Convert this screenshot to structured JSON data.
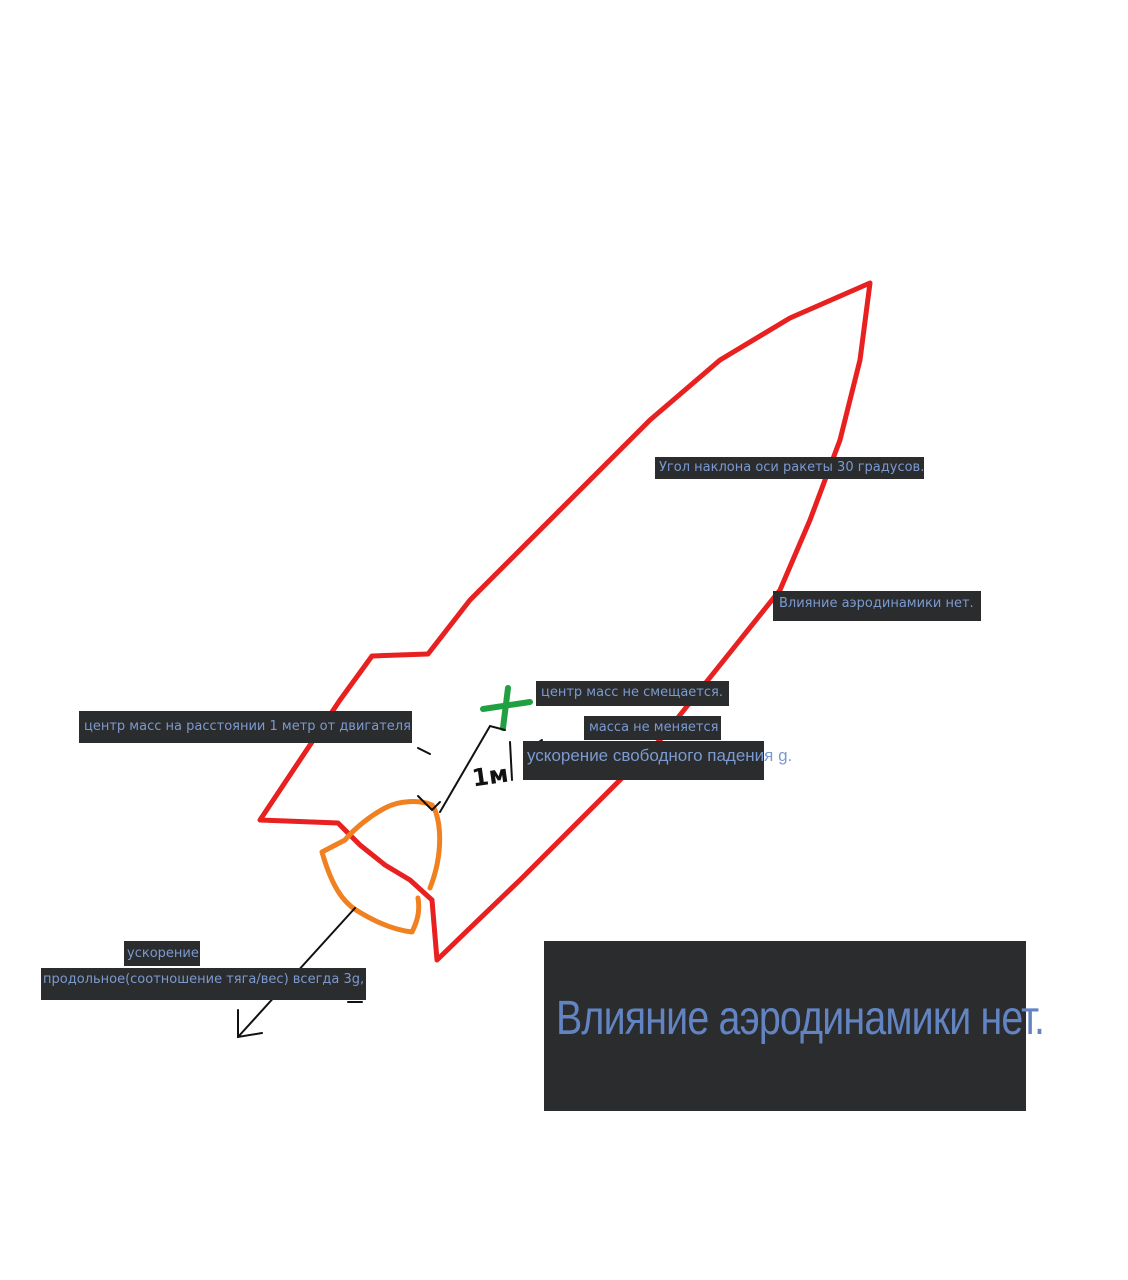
{
  "labels": {
    "angle": "Угол наклона оси ракеты 30 градусов.",
    "aero_small": "Влияние аэродинамики нет.",
    "com_fixed": "центр масс не смещается.",
    "mass": "масса не меняется",
    "gravity": "ускорение свободного падения g.",
    "com_distance": "центр масс на расстоянии 1 метр от двигателя",
    "accel_line1": "ускорение",
    "accel_line2": "продольное(соотношение тяга/вес) всегда 3g,",
    "aero_big": "Влияние аэродинамики нет.",
    "distance_mark": "1м"
  },
  "colors": {
    "rocket_body": "#e82020",
    "engine": "#f08020",
    "center_of_mass": "#20a040",
    "annotation": "#111111",
    "label_bg": "#2b2c2e",
    "label_text": "#7b9ad0"
  }
}
